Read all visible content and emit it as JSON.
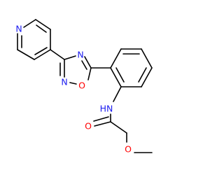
{
  "atoms": {
    "pyridine_n": "N",
    "oxadiazole_n_top": "N",
    "oxadiazole_n_left": "N",
    "oxadiazole_o": "O",
    "amide_nh": "HN",
    "carbonyl_o": "O",
    "ether_o": "O"
  },
  "colors": {
    "bond": "#000000",
    "nitrogen": "#1c1cf0",
    "oxygen": "#ff0000"
  }
}
